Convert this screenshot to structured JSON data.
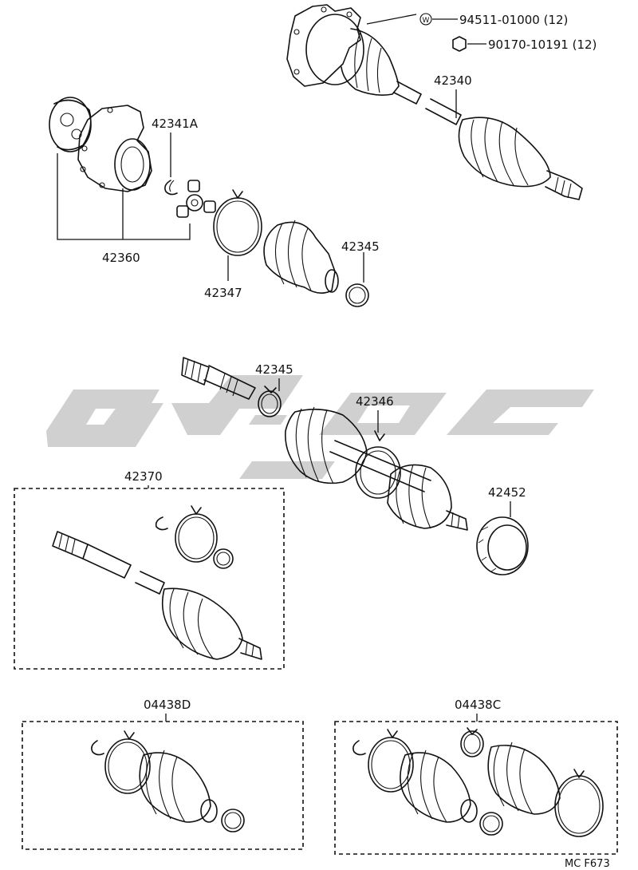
{
  "callouts": {
    "p94511": "94511-01000 (12)",
    "p90170": "90170-10191 (12)",
    "p42340": "42340",
    "p42341a": "42341A",
    "p42360": "42360",
    "p42345_top": "42345",
    "p42347": "42347",
    "p42345_mid": "42345",
    "p42346": "42346",
    "p42370": "42370",
    "p42452": "42452",
    "p04438d": "04438D",
    "p04438c": "04438C"
  },
  "symbols": {
    "washer_mark": "W"
  },
  "footer": {
    "code": "MC F673"
  }
}
